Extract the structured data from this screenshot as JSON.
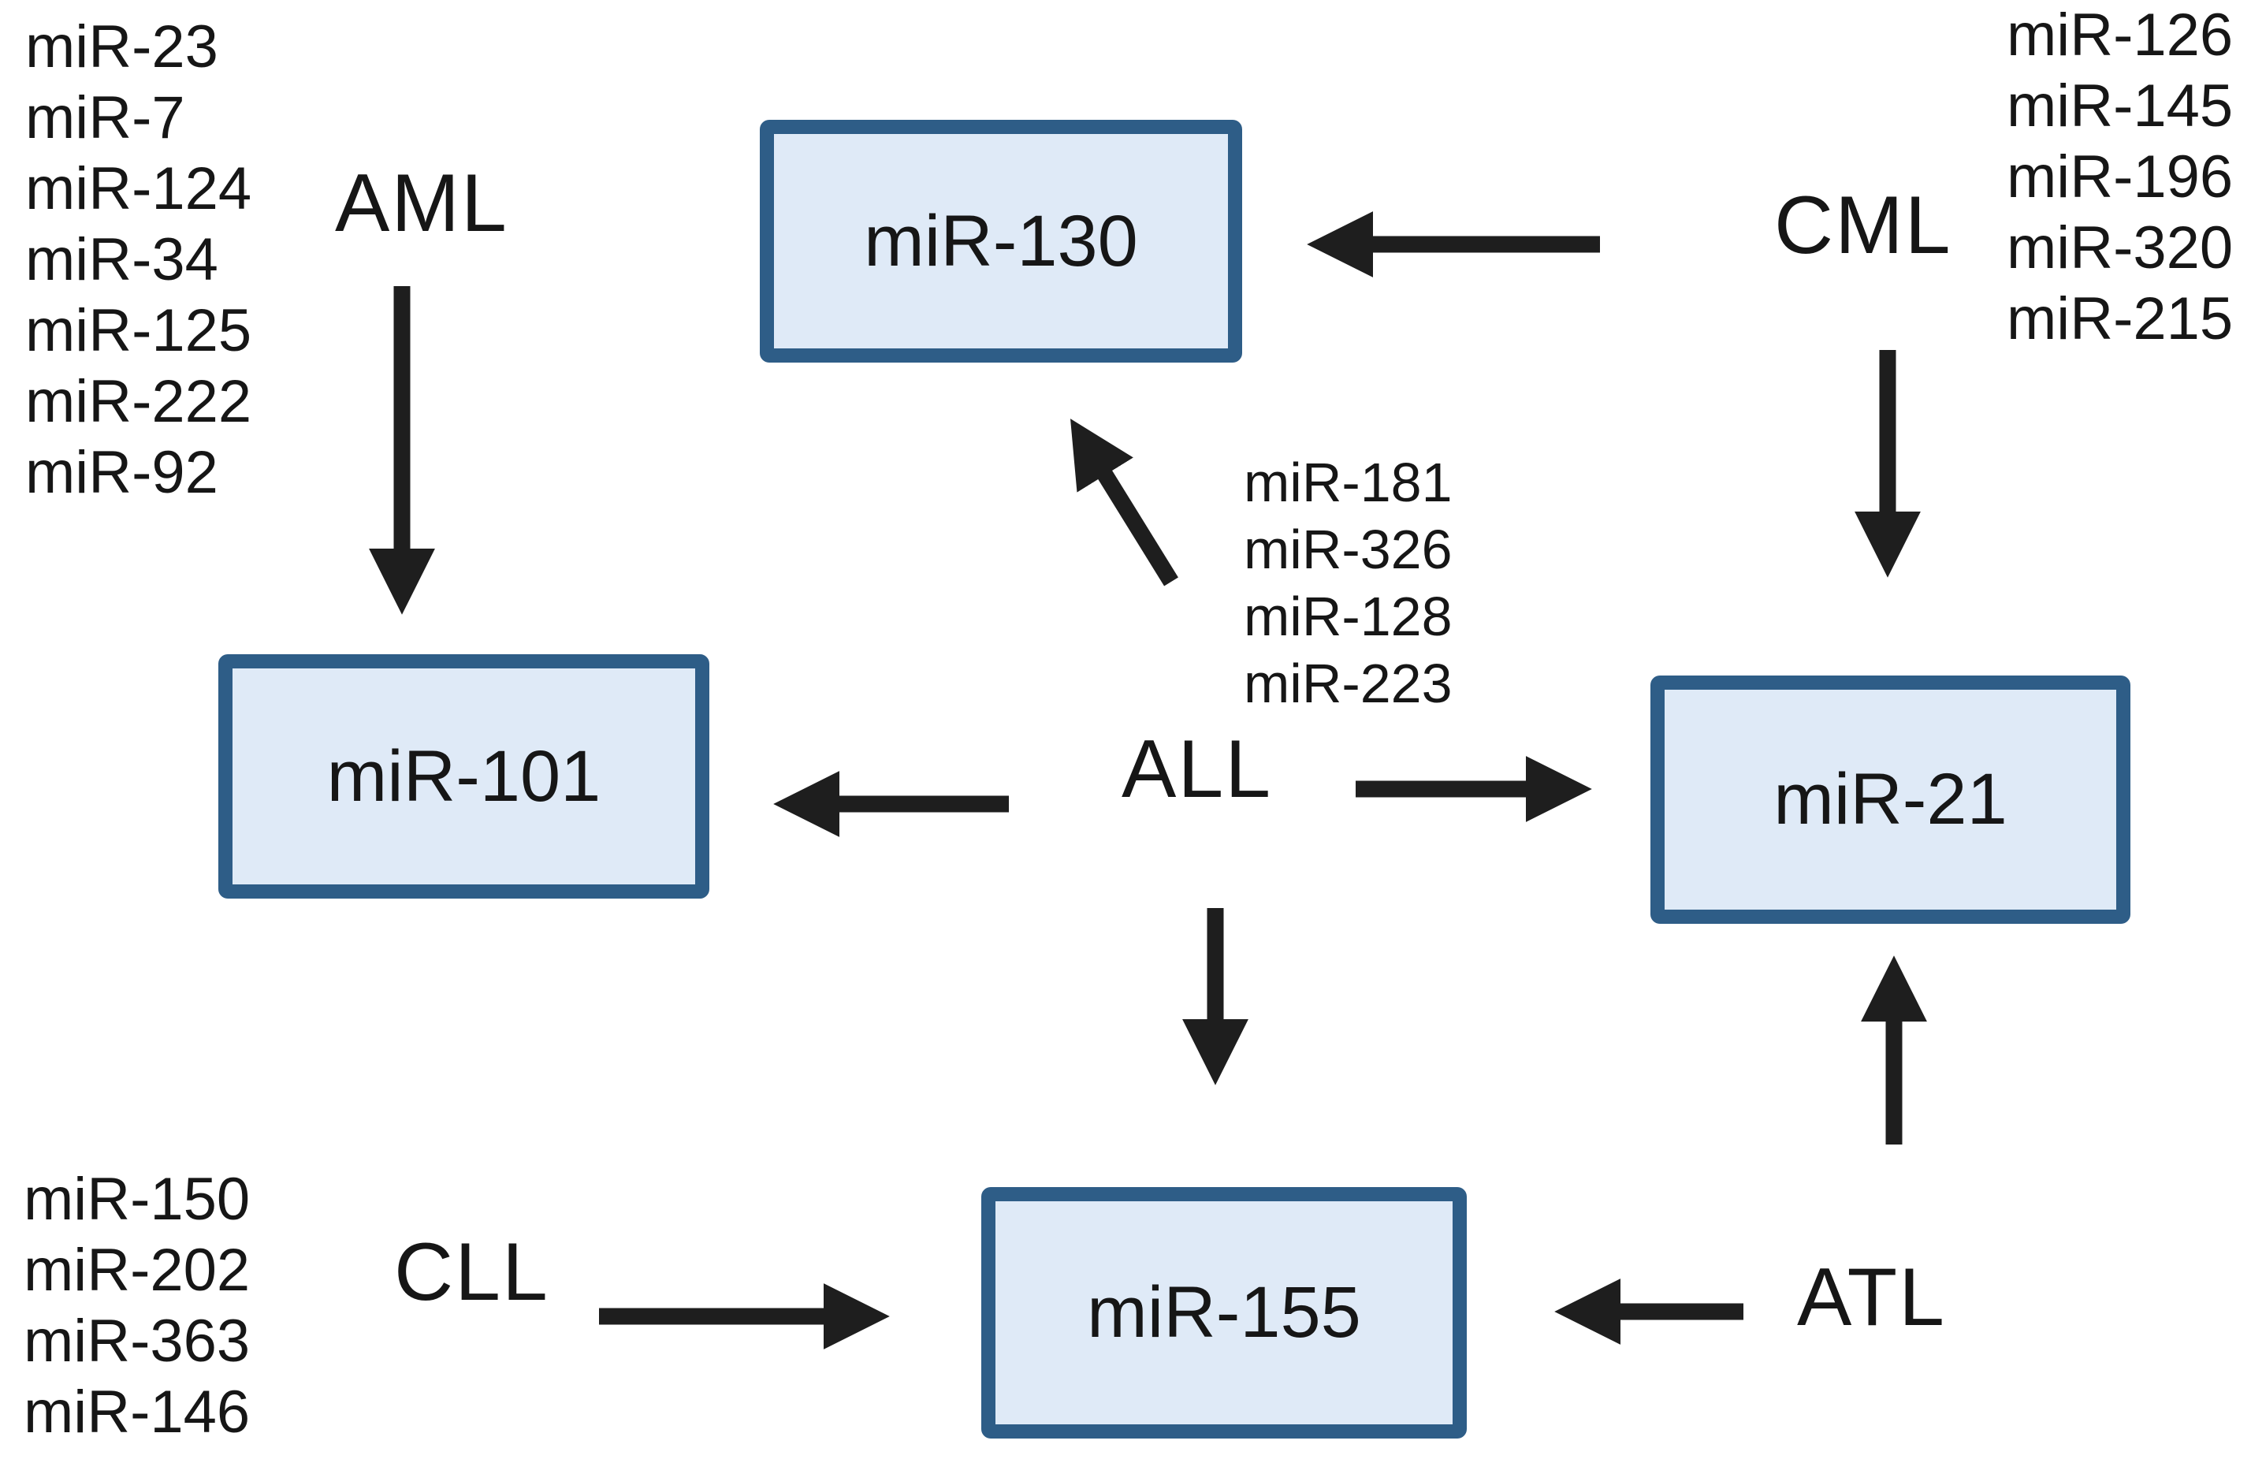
{
  "diagram": {
    "description": "Leukemia types and associated microRNAs",
    "colors": {
      "box_fill": "#dfeaf7",
      "box_border": "#2e5d87",
      "arrow": "#1e1e1e",
      "text": "#161616",
      "background": "#ffffff"
    },
    "nodes": [
      {
        "id": "mir-130",
        "label": "miR-130"
      },
      {
        "id": "mir-101",
        "label": "miR-101"
      },
      {
        "id": "mir-21",
        "label": "miR-21"
      },
      {
        "id": "mir-155",
        "label": "miR-155"
      }
    ],
    "diseases": [
      {
        "id": "aml",
        "label": "AML",
        "mirnas": [
          "miR-23",
          "miR-7",
          "miR-124",
          "miR-34",
          "miR-125",
          "miR-222",
          "miR-92"
        ]
      },
      {
        "id": "cml",
        "label": "CML",
        "mirnas": [
          "miR-126",
          "miR-145",
          "miR-196",
          "miR-320",
          "miR-215"
        ]
      },
      {
        "id": "all",
        "label": "ALL",
        "mirnas": [
          "miR-181",
          "miR-326",
          "miR-128",
          "miR-223"
        ]
      },
      {
        "id": "cll",
        "label": "CLL",
        "mirnas": [
          "miR-150",
          "miR-202",
          "miR-363",
          "miR-146"
        ]
      },
      {
        "id": "atl",
        "label": "ATL",
        "mirnas": []
      }
    ],
    "edges": [
      {
        "from": "AML",
        "to": "miR-101"
      },
      {
        "from": "CML",
        "to": "miR-21"
      },
      {
        "from": "CML",
        "to": "miR-130"
      },
      {
        "from": "ALL",
        "to": "miR-130"
      },
      {
        "from": "ALL",
        "to": "miR-101"
      },
      {
        "from": "ALL",
        "to": "miR-21"
      },
      {
        "from": "ALL",
        "to": "miR-155"
      },
      {
        "from": "CLL",
        "to": "miR-155"
      },
      {
        "from": "ATL",
        "to": "miR-155"
      },
      {
        "from": "ATL",
        "to": "miR-21"
      }
    ]
  }
}
